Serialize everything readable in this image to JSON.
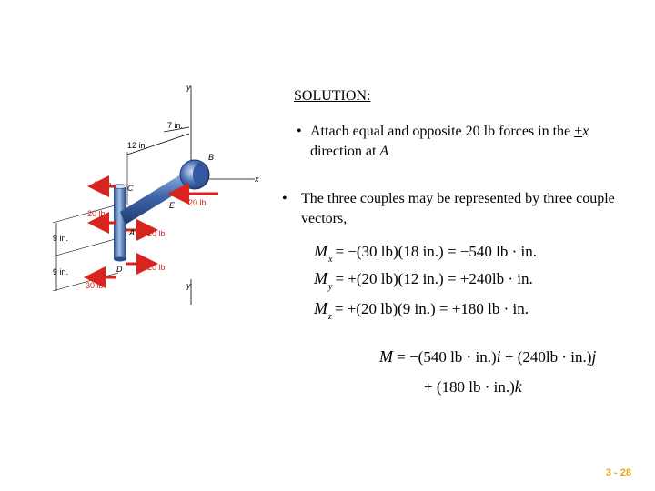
{
  "figure": {
    "labels": {
      "y_top": "y",
      "y_bottom": "y",
      "x": "x",
      "dim_7": "7 in.",
      "dim_12": "12 in.",
      "dim_9_upper": "9 in.",
      "dim_9_lower": "9 in.",
      "pt_B": "B",
      "pt_C": "C",
      "pt_E": "E",
      "pt_A": "A",
      "pt_D": "D",
      "f_c": "30 lb",
      "f_e": "20 lb",
      "f_a_left": "20 lb",
      "f_a_right": "20 lb",
      "f_d_right": "20 lb",
      "f_d_left": "30 lb"
    }
  },
  "solution_heading": "SOLUTION:",
  "bullet1": {
    "bullet": "•",
    "part1": "Attach equal and opposite 20 lb forces in the ",
    "underlined": "+",
    "var": "x",
    "part2": " direction at ",
    "point": "A"
  },
  "bullet2": {
    "bullet": "•",
    "text": "The three couples may be represented by three couple vectors,"
  },
  "equations": {
    "mx": {
      "var": "M",
      "sub": "x",
      "rhs": "= −(30 lb)(18 in.) = −540 lb · in."
    },
    "my": {
      "var": "M",
      "sub": "y",
      "rhs": "= +(20 lb)(12 in.) = +240lb · in."
    },
    "mz": {
      "var": "M",
      "sub": "z",
      "rhs": "= +(20 lb)(9 in.) = +180 lb · in."
    }
  },
  "vector_eq": {
    "var": "M",
    "line1_rhs": "= −(540 lb · in.)",
    "unit_i": "i",
    "line1_mid": " + (240lb · in.)",
    "unit_j": "j",
    "line2": "+ (180 lb · in.)",
    "unit_k": "k"
  },
  "page_number": "3 - 28"
}
